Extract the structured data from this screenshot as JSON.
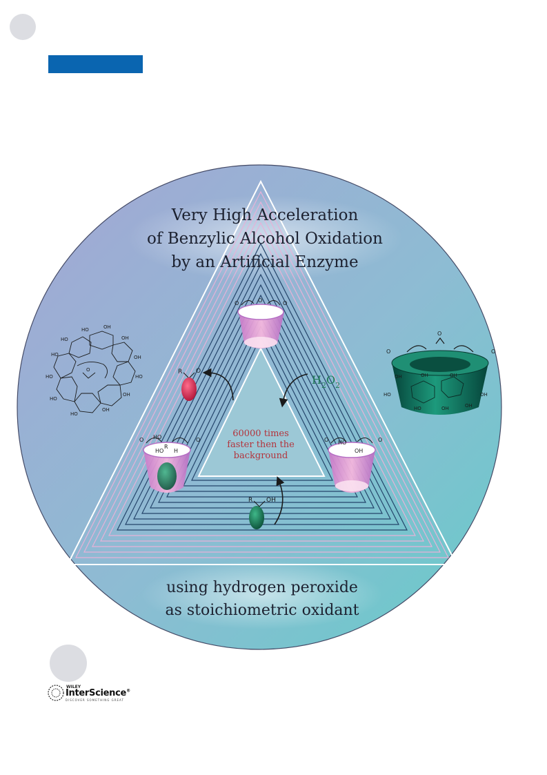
{
  "headline": {
    "line1": "Very High Acceleration",
    "line2": "of Benzylic Alcohol Oxidation",
    "line3": "by an Artificial Enzyme"
  },
  "subline": {
    "line1": "using hydrogen peroxide",
    "line2": "as stoichiometric oxidant"
  },
  "center_note": {
    "line1": "60000 times",
    "line2": "faster then the",
    "line3": "background"
  },
  "reagent": {
    "h": "H",
    "sub1": "2",
    "o": "O",
    "sub2": "2"
  },
  "chem_labels": {
    "r": "R",
    "oh": "OH",
    "ho": "HO",
    "o": "O",
    "h": "H"
  },
  "publisher": {
    "brand": "WILEY",
    "name": "InterScience",
    "registered": "®",
    "tagline": "DISCOVER SOMETHING GREAT"
  },
  "colors": {
    "accent_bar": "#0a65b0",
    "disc_left": "#a4a6d4",
    "disc_right": "#66cbc9",
    "cup_pink": "#e88fc8",
    "substrate_green": "#0f6b4c",
    "product_red": "#d3264d"
  }
}
